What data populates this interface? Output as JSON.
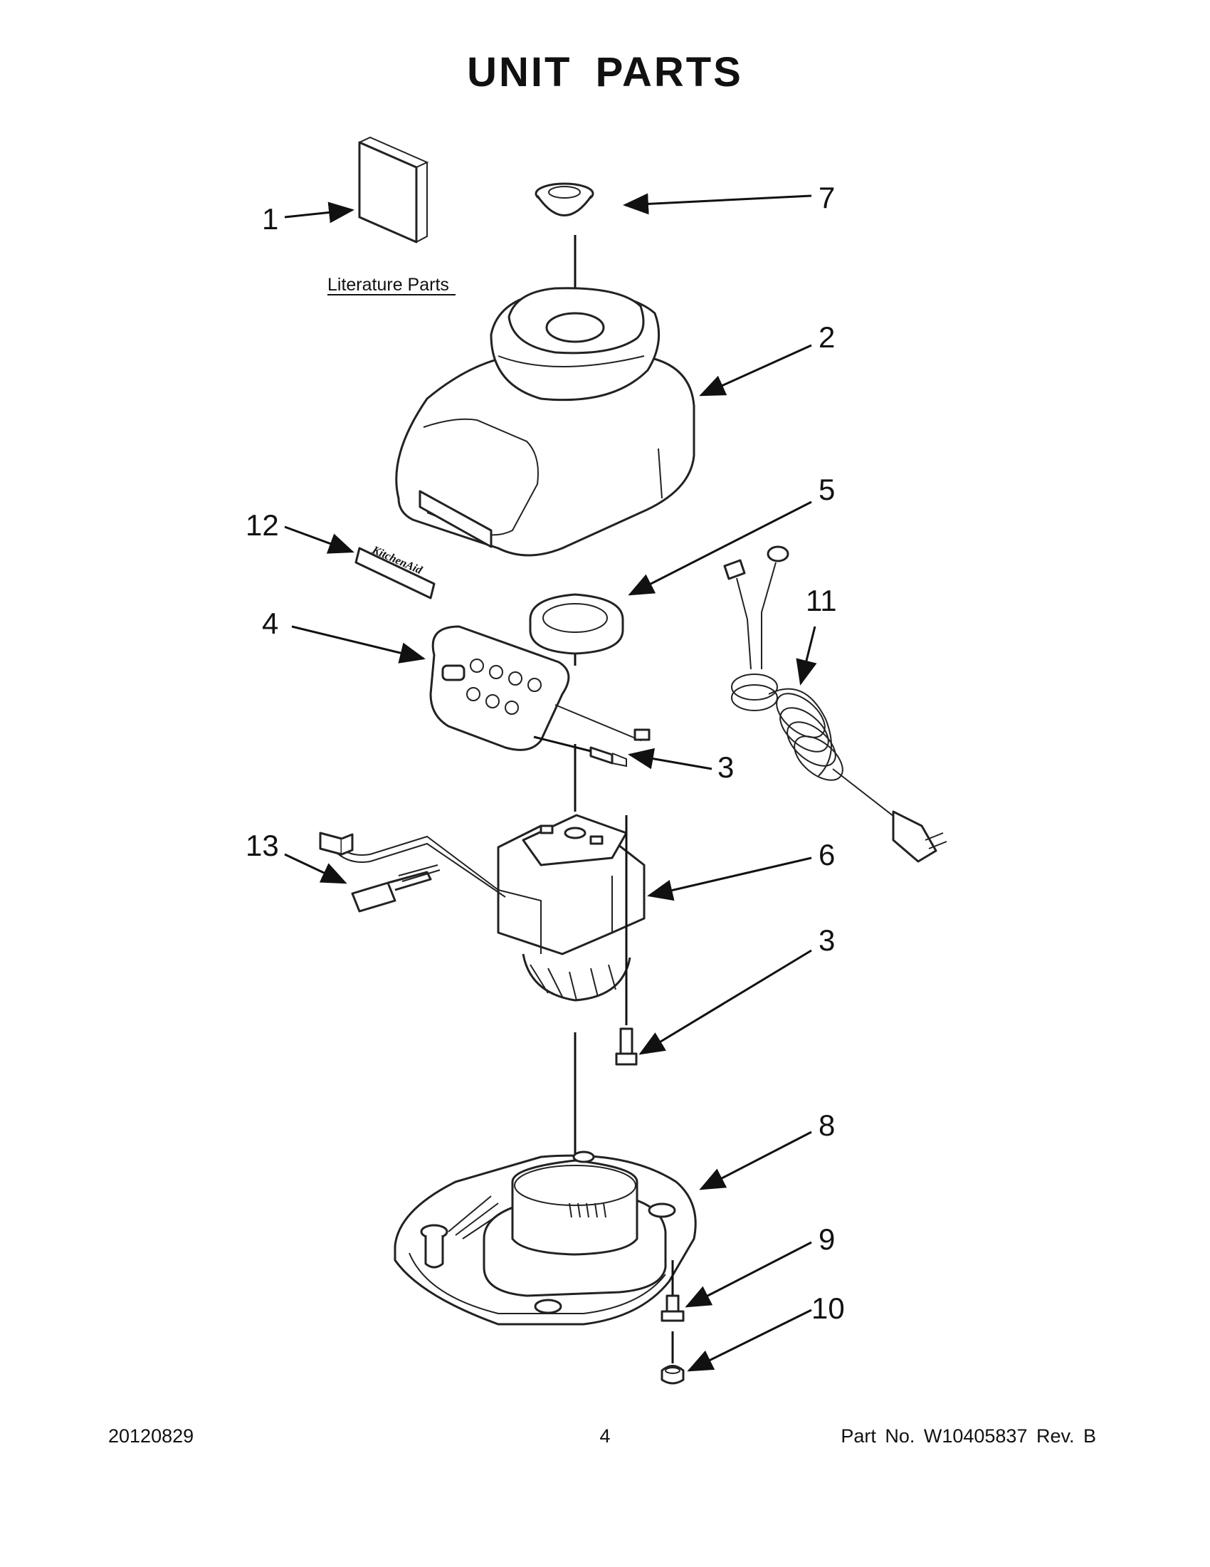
{
  "title": "UNIT PARTS",
  "literature_label": "Literature Parts",
  "callouts": {
    "c1": "1",
    "c2": "2",
    "c3a": "3",
    "c3b": "3",
    "c4": "4",
    "c5": "5",
    "c6": "6",
    "c7": "7",
    "c8": "8",
    "c9": "9",
    "c10": "10",
    "c11": "11",
    "c12": "12",
    "c13": "13"
  },
  "nameplate_text": "KitchenAid",
  "footer": {
    "date": "20120829",
    "page": "4",
    "part_no": "Part No.  W10405837  Rev.  B"
  }
}
